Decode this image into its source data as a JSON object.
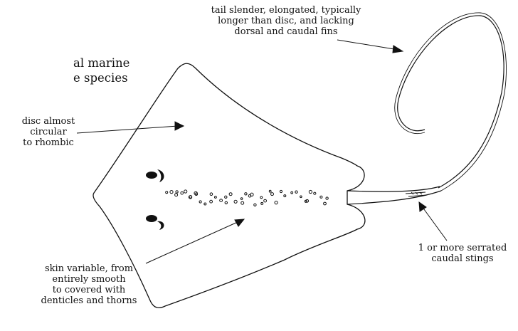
{
  "body_text_fragment": {
    "line1": "al  marine",
    "line2": "e   species"
  },
  "labels": {
    "tail": [
      "tail slender, elongated, typically",
      "longer than disc, and lacking",
      "dorsal and caudal fins"
    ],
    "disc": [
      "disc almost",
      "circular",
      "to rhombic"
    ],
    "skin": [
      "skin variable, from",
      "entirely smooth",
      "to covered with",
      "denticles and thorns"
    ],
    "sting": [
      "1 or more serrated",
      "caudal stings"
    ]
  },
  "colors": {
    "ink": "#111111",
    "background": "#ffffff"
  }
}
